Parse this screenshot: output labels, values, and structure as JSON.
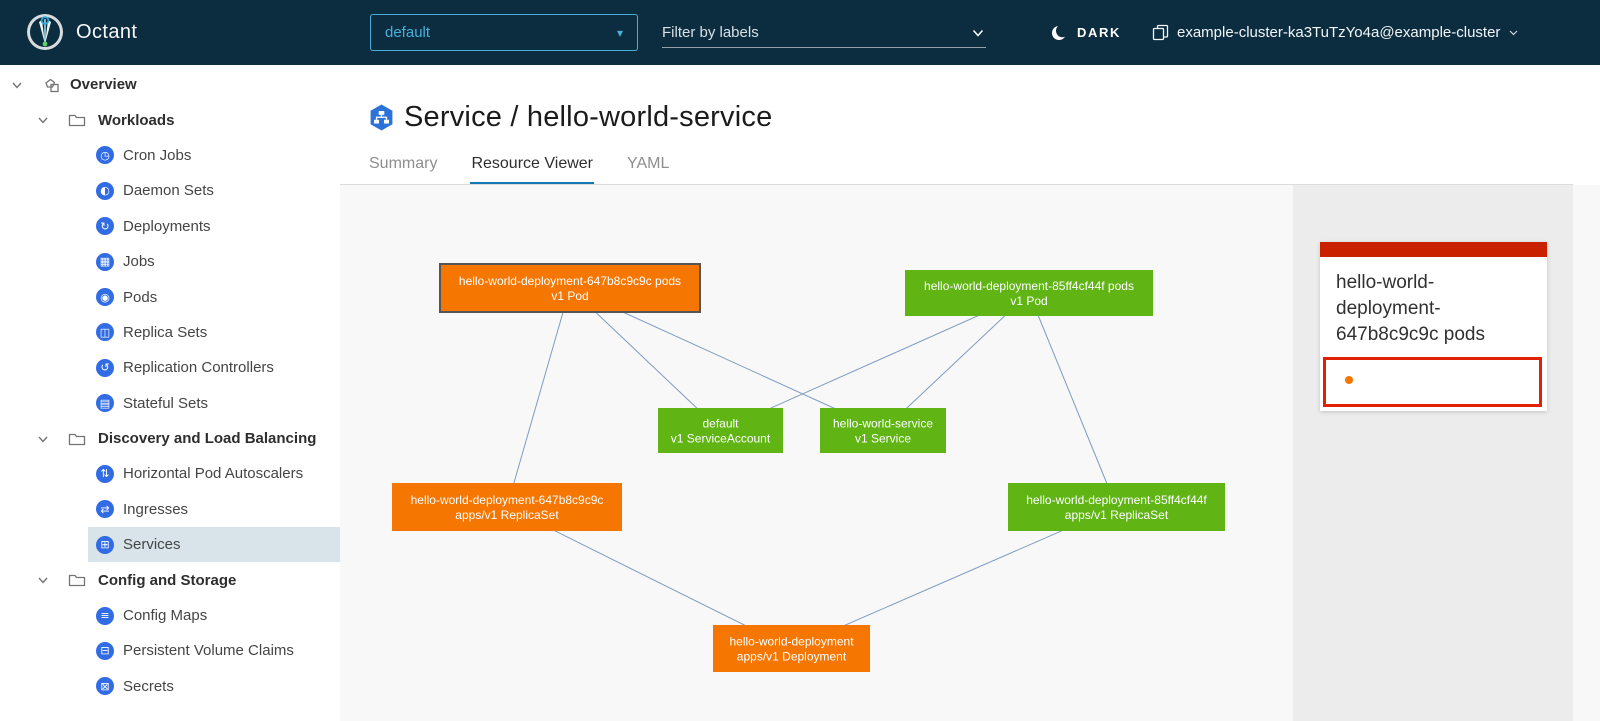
{
  "colors": {
    "header_bg": "#0c2d40",
    "accent_blue": "#49afd9",
    "icon_blue": "#326ce5",
    "tab_underline": "#1578b5",
    "sidebar_selected_bg": "#d8e3ea",
    "canvas_bg": "#f8f8f8",
    "panel_bg": "#ececec",
    "card_red": "#c92100",
    "selected_red": "#e12200",
    "node_ok": "#60b515",
    "node_warning": "#f57600",
    "node_selected_border": "#555555",
    "edge": "#7d9bc3",
    "title_icon_blue": "#2d72d8",
    "status_dot_orange": "#f57600"
  },
  "header": {
    "app_title": "Octant",
    "logo_icon": "octant-logo",
    "namespace_dropdown": {
      "value": "default",
      "icon": "caret-down-icon"
    },
    "filter_input": {
      "placeholder": "Filter by labels",
      "icon": "chevron-down-icon"
    },
    "theme_toggle": {
      "label": "DARK",
      "icon": "moon-icon"
    },
    "cluster_context": {
      "label": "example-cluster-ka3TuTzYo4a@example-cluster",
      "icon": "copy-icon",
      "chevron_icon": "chevron-down-icon"
    }
  },
  "sidebar": {
    "nav": [
      {
        "label": "Overview",
        "kind": "root",
        "icon": "overview-icon",
        "expanded": true
      },
      {
        "label": "Workloads",
        "kind": "group",
        "icon": "folder-icon",
        "expanded": true
      },
      {
        "label": "Cron Jobs",
        "kind": "item",
        "icon": "cron-jobs-icon",
        "glyph": "◷"
      },
      {
        "label": "Daemon Sets",
        "kind": "item",
        "icon": "daemon-sets-icon",
        "glyph": "◐"
      },
      {
        "label": "Deployments",
        "kind": "item",
        "icon": "deployments-icon",
        "glyph": "↻"
      },
      {
        "label": "Jobs",
        "kind": "item",
        "icon": "jobs-icon",
        "glyph": "▦"
      },
      {
        "label": "Pods",
        "kind": "item",
        "icon": "pods-icon",
        "glyph": "◉"
      },
      {
        "label": "Replica Sets",
        "kind": "item",
        "icon": "replica-sets-icon",
        "glyph": "◫"
      },
      {
        "label": "Replication Controllers",
        "kind": "item",
        "icon": "replication-controllers-icon",
        "glyph": "↺"
      },
      {
        "label": "Stateful Sets",
        "kind": "item",
        "icon": "stateful-sets-icon",
        "glyph": "▤"
      },
      {
        "label": "Discovery and Load Balancing",
        "kind": "group",
        "icon": "folder-icon",
        "expanded": true
      },
      {
        "label": "Horizontal Pod Autoscalers",
        "kind": "item",
        "icon": "horizontal-pod-autoscalers-icon",
        "glyph": "⇅"
      },
      {
        "label": "Ingresses",
        "kind": "item",
        "icon": "ingresses-icon",
        "glyph": "⇄"
      },
      {
        "label": "Services",
        "kind": "item",
        "icon": "services-icon",
        "glyph": "⊞",
        "selected": true
      },
      {
        "label": "Config and Storage",
        "kind": "group",
        "icon": "folder-icon",
        "expanded": true
      },
      {
        "label": "Config Maps",
        "kind": "item",
        "icon": "config-maps-icon",
        "glyph": "≡"
      },
      {
        "label": "Persistent Volume Claims",
        "kind": "item",
        "icon": "persistent-volume-claims-icon",
        "glyph": "⊟"
      },
      {
        "label": "Secrets",
        "kind": "item",
        "icon": "secrets-icon",
        "glyph": "⊠"
      }
    ]
  },
  "content": {
    "title_icon": "service-resource-icon",
    "page_title": "Service / hello-world-service",
    "tabs": [
      {
        "label": "Summary",
        "active": false
      },
      {
        "label": "Resource Viewer",
        "active": true
      },
      {
        "label": "YAML",
        "active": false
      }
    ]
  },
  "graph": {
    "nodes": [
      {
        "id": "pod-647",
        "lines": [
          "hello-world-deployment-647b8c9c9c pods",
          "v1 Pod"
        ],
        "status": "warning",
        "selected": true
      },
      {
        "id": "pod-85f",
        "lines": [
          "hello-world-deployment-85ff4cf44f pods",
          "v1 Pod"
        ],
        "status": "ok",
        "selected": false
      },
      {
        "id": "sa-default",
        "lines": [
          "default",
          "v1 ServiceAccount"
        ],
        "status": "ok",
        "selected": false
      },
      {
        "id": "svc-hello",
        "lines": [
          "hello-world-service",
          "v1 Service"
        ],
        "status": "ok",
        "selected": false
      },
      {
        "id": "rs-647",
        "lines": [
          "hello-world-deployment-647b8c9c9c",
          "apps/v1 ReplicaSet"
        ],
        "status": "warning",
        "selected": false
      },
      {
        "id": "rs-85f",
        "lines": [
          "hello-world-deployment-85ff4cf44f",
          "apps/v1 ReplicaSet"
        ],
        "status": "ok",
        "selected": false
      },
      {
        "id": "deploy",
        "lines": [
          "hello-world-deployment",
          "apps/v1 Deployment"
        ],
        "status": "warning",
        "selected": false
      }
    ],
    "edges": [
      [
        "pod-647",
        "sa-default"
      ],
      [
        "pod-647",
        "svc-hello"
      ],
      [
        "pod-647",
        "rs-647"
      ],
      [
        "pod-85f",
        "sa-default"
      ],
      [
        "pod-85f",
        "svc-hello"
      ],
      [
        "pod-85f",
        "rs-85f"
      ],
      [
        "rs-647",
        "deploy"
      ],
      [
        "rs-85f",
        "deploy"
      ]
    ]
  },
  "detail_panel": {
    "card": {
      "title": "hello-world-deployment-647b8c9c9c pods",
      "status_dot_color": "#f57600"
    }
  }
}
